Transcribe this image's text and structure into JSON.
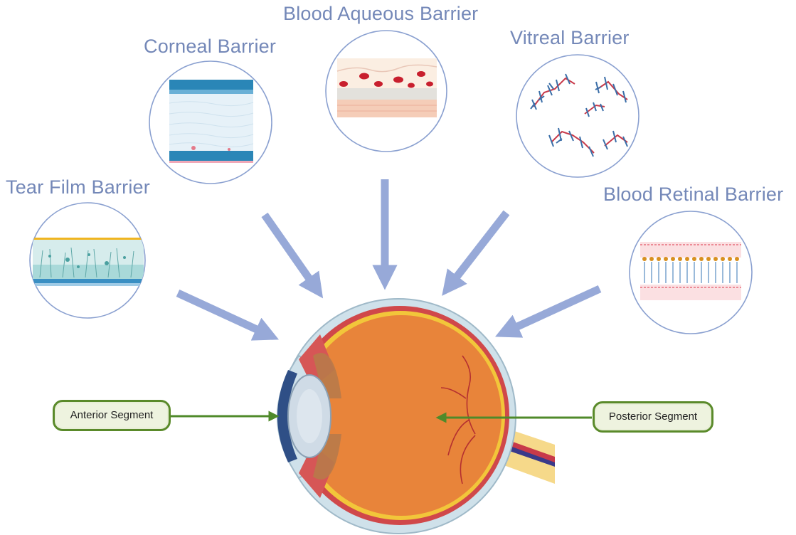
{
  "barriers": {
    "tear_film": "Tear Film Barrier",
    "corneal": "Corneal Barrier",
    "blood_aqueous": "Blood Aqueous Barrier",
    "vitreal": "Vitreal Barrier",
    "blood_retinal": "Blood Retinal Barrier"
  },
  "segments": {
    "anterior": "Anterior Segment",
    "posterior": "Posterior Segment"
  },
  "colors": {
    "title": "#7488b8",
    "arrow": "#97a9d8",
    "circle_border": "#8aa0d0",
    "segment_arrow": "#4f8a2a",
    "eye_orange": "#e8843a"
  }
}
